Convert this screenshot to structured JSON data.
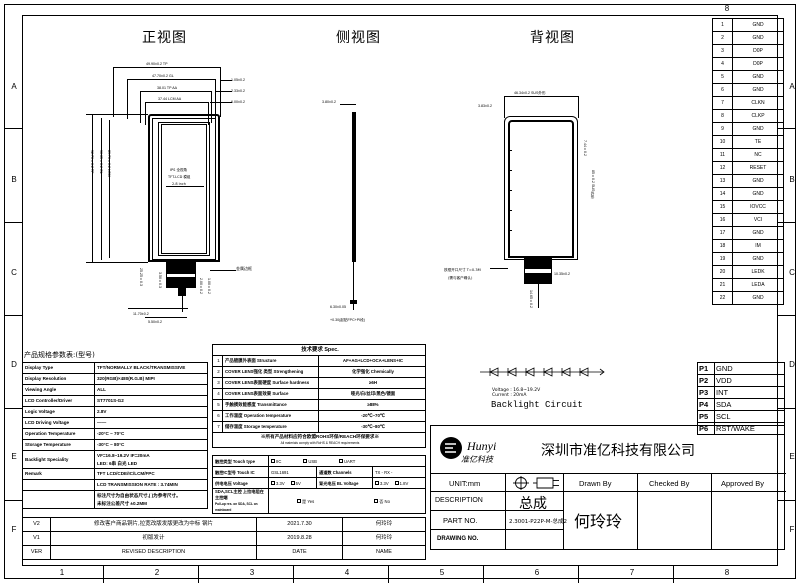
{
  "sheet": {
    "border_zones_vertical": [
      "A",
      "B",
      "C",
      "D",
      "E",
      "F"
    ],
    "border_zones_horizontal": [
      "1",
      "2",
      "3",
      "4",
      "5",
      "6",
      "7",
      "8"
    ]
  },
  "views": {
    "front": {
      "title": "正视图"
    },
    "side": {
      "title": "侧视图"
    },
    "back": {
      "title": "背视图"
    }
  },
  "front_view": {
    "dims_top": [
      "49.90±0.2 TP",
      "47.70±0.2 GL",
      "38.01 TP AA",
      "37.44 LCM AA"
    ],
    "dims_right": [
      "1.05±0.2",
      "2.33±0.2",
      "6.00±0.2"
    ],
    "dims_left": [
      "92.70±0.2 TP",
      "90.65±0.2 GL",
      "89.70±0.2 LCM"
    ],
    "center_note": [
      "IPS 全视角",
      "TFT-LCD 模组",
      "2.8 inch"
    ],
    "dims_bottom": [
      "11.70±0.2",
      "5.50±0.2",
      "25.25±0.3",
      "3.50±0.3",
      "2.00±0.2",
      "1.00±0.2"
    ],
    "callout": "金属边框"
  },
  "side_view": {
    "dims": [
      "3.80±0.2",
      "6.30±0.05",
      "+0.30(起贴FPC+PI段)"
    ]
  },
  "back_view": {
    "dims": [
      "46.34±0.2 SUS外形",
      "3.83±0.2",
      "7.44±0.2",
      "85±0.2 SUS外形",
      "10.35±0.2",
      "14.65±0.2"
    ],
    "notes": [
      "铁框开口尺寸 T=0.3M",
      "(需与客户确认)"
    ]
  },
  "pin_table": {
    "rows": [
      {
        "no": "1",
        "name": "GND"
      },
      {
        "no": "2",
        "name": "GND"
      },
      {
        "no": "3",
        "name": "D0P"
      },
      {
        "no": "4",
        "name": "D0P"
      },
      {
        "no": "5",
        "name": "GND"
      },
      {
        "no": "6",
        "name": "GND"
      },
      {
        "no": "7",
        "name": "CLKN"
      },
      {
        "no": "8",
        "name": "CLKP"
      },
      {
        "no": "9",
        "name": "GND"
      },
      {
        "no": "10",
        "name": "TE"
      },
      {
        "no": "11",
        "name": "NC"
      },
      {
        "no": "12",
        "name": "RESET"
      },
      {
        "no": "13",
        "name": "GND"
      },
      {
        "no": "14",
        "name": "GND"
      },
      {
        "no": "15",
        "name": "IOVCC"
      },
      {
        "no": "16",
        "name": "VCI"
      },
      {
        "no": "17",
        "name": "GND"
      },
      {
        "no": "18",
        "name": "IM"
      },
      {
        "no": "19",
        "name": "GND"
      },
      {
        "no": "20",
        "name": "LEDK"
      },
      {
        "no": "21",
        "name": "LEDA"
      },
      {
        "no": "22",
        "name": "GND"
      }
    ]
  },
  "p_table": {
    "rows": [
      {
        "no": "P1",
        "name": "GND"
      },
      {
        "no": "P2",
        "name": "VDD"
      },
      {
        "no": "P3",
        "name": "INT"
      },
      {
        "no": "P4",
        "name": "SDA"
      },
      {
        "no": "P5",
        "name": "SCL"
      },
      {
        "no": "P6",
        "name": "RST/WAKE"
      }
    ]
  },
  "backlight": {
    "voltage_label": "Voltage : 16.8~19.2V",
    "current_label": "Current : 20mA",
    "title": "Backlight Circuit",
    "led_count": 6
  },
  "spec_table": {
    "heading": "产品规格参数表:(型号)",
    "rows": [
      {
        "key": "Display Type",
        "value": "TFT/NORMALLY BLACK/TRANSMISSIVE"
      },
      {
        "key": "Display Resolution",
        "value": "320(RGB)×480(R.G.B) MIPI"
      },
      {
        "key": "Viewing Angle",
        "value": "ALL"
      },
      {
        "key": "LCD Controller/Driver",
        "value": "ST7701S-G2"
      },
      {
        "key": "Logic Voltage",
        "value": "2.8V"
      },
      {
        "key": "LCD Driving Voltage",
        "value": "——"
      },
      {
        "key": "Operation Temperature",
        "value": "-20°C ~ 70°C"
      },
      {
        "key": "Storage Temperature",
        "value": "-30°C ~ 80°C"
      },
      {
        "key": "Backlight Speciality",
        "value": "VF=16.8~19.2V IF=20mA\nLED: 6串 白光 LED"
      },
      {
        "key": "Remark",
        "value": "TFT LCD/CDE/IC/LCM/FPC"
      },
      {
        "key": "",
        "value": "LCD TRANSMISSION RATE : 3.74MIN"
      },
      {
        "key": "",
        "value": "标注尺寸为自由状态尺寸,( )为参考尺寸。\n未标注公差尺寸 ±0.2MM"
      }
    ]
  },
  "tech_table": {
    "title": "技术要求 Spec.",
    "rows": [
      {
        "idx": "1",
        "item": "产品镀膜外表面 Structure",
        "value": "AF+AG+LCD+OCA+LENS+IC"
      },
      {
        "idx": "2",
        "item": "COVER LENS强化 类型 Strengthening",
        "value": "化学强化 Chemically"
      },
      {
        "idx": "3",
        "item": "COVER LENS表面硬度 Surface hardness",
        "value": "≥6H"
      },
      {
        "idx": "4",
        "item": "COVER LENS表面效果 Surface",
        "value": "哑光/白/丝印/黑色/镜面"
      },
      {
        "idx": "5",
        "item": "手触摸效能感度 Transmittance",
        "value": "≥88%"
      },
      {
        "idx": "6",
        "item": "工作温度 Operation temperature",
        "value": "-20℃~70℃"
      },
      {
        "idx": "7",
        "item": "储存温度 Storage temperature",
        "value": "-30℃~80℃"
      }
    ],
    "rohs_note_cn": "※所有产品材料应符合欧盟ROHS环保/REACH环保要求※",
    "rohs_note_en": "All materials comply with RoHS & REACH requirements"
  },
  "touch_table": {
    "rows": [
      {
        "key": "触控类型 Touch type",
        "options": [
          "IIC",
          "USB",
          "UART"
        ]
      },
      {
        "key": "触控IC型号 Touch IC",
        "value": "GSL1691",
        "key2": "通道数 Channels",
        "value2": "TX  -  RX  -"
      },
      {
        "key": "供电电压 Voltage",
        "value": [
          "3.3V",
          "5V"
        ],
        "key2": "背光电压 BL Voltage",
        "value2": [
          "3.3V",
          "1.8V"
        ]
      },
      {
        "key": "SDA,SCL主控 上拉电阻在主控端\nPull-up res. on SDA, SCL on mainboard",
        "value": [
          "是 Yes",
          "否 No"
        ]
      }
    ]
  },
  "rev_table": {
    "rows": [
      {
        "ver": "V2",
        "desc": "修改客户商品铜片,拉宽改版发版更改为中标  钢片",
        "date": "2021.7.30",
        "name": "何玲玲"
      },
      {
        "ver": "V1",
        "desc": "初版发计",
        "date": "2019.8.28",
        "name": "何玲玲"
      },
      {
        "ver": "VER",
        "desc": "REVISED DESCRIPTION",
        "date": "DATE",
        "name": "NAME"
      }
    ]
  },
  "title_block": {
    "company_logo_en": "Hunyi",
    "company_logo_cn": "准亿科技",
    "company_name": "深圳市准亿科技有限公司",
    "unit": "UNIT:mm",
    "description_label": "DESCRIPTION",
    "description_value": "总成",
    "part_no_label": "PART NO.",
    "part_no_value": "2.3001-P22P-M-总成2",
    "drawing_no_label": "DRAWING NO.",
    "drawing_no_value": "",
    "drawn_by_label": "Drawn By",
    "drawn_by_value": "何玲玲",
    "checked_by_label": "Checked By",
    "checked_by_value": "",
    "approved_by_label": "Approved By",
    "approved_by_value": ""
  }
}
